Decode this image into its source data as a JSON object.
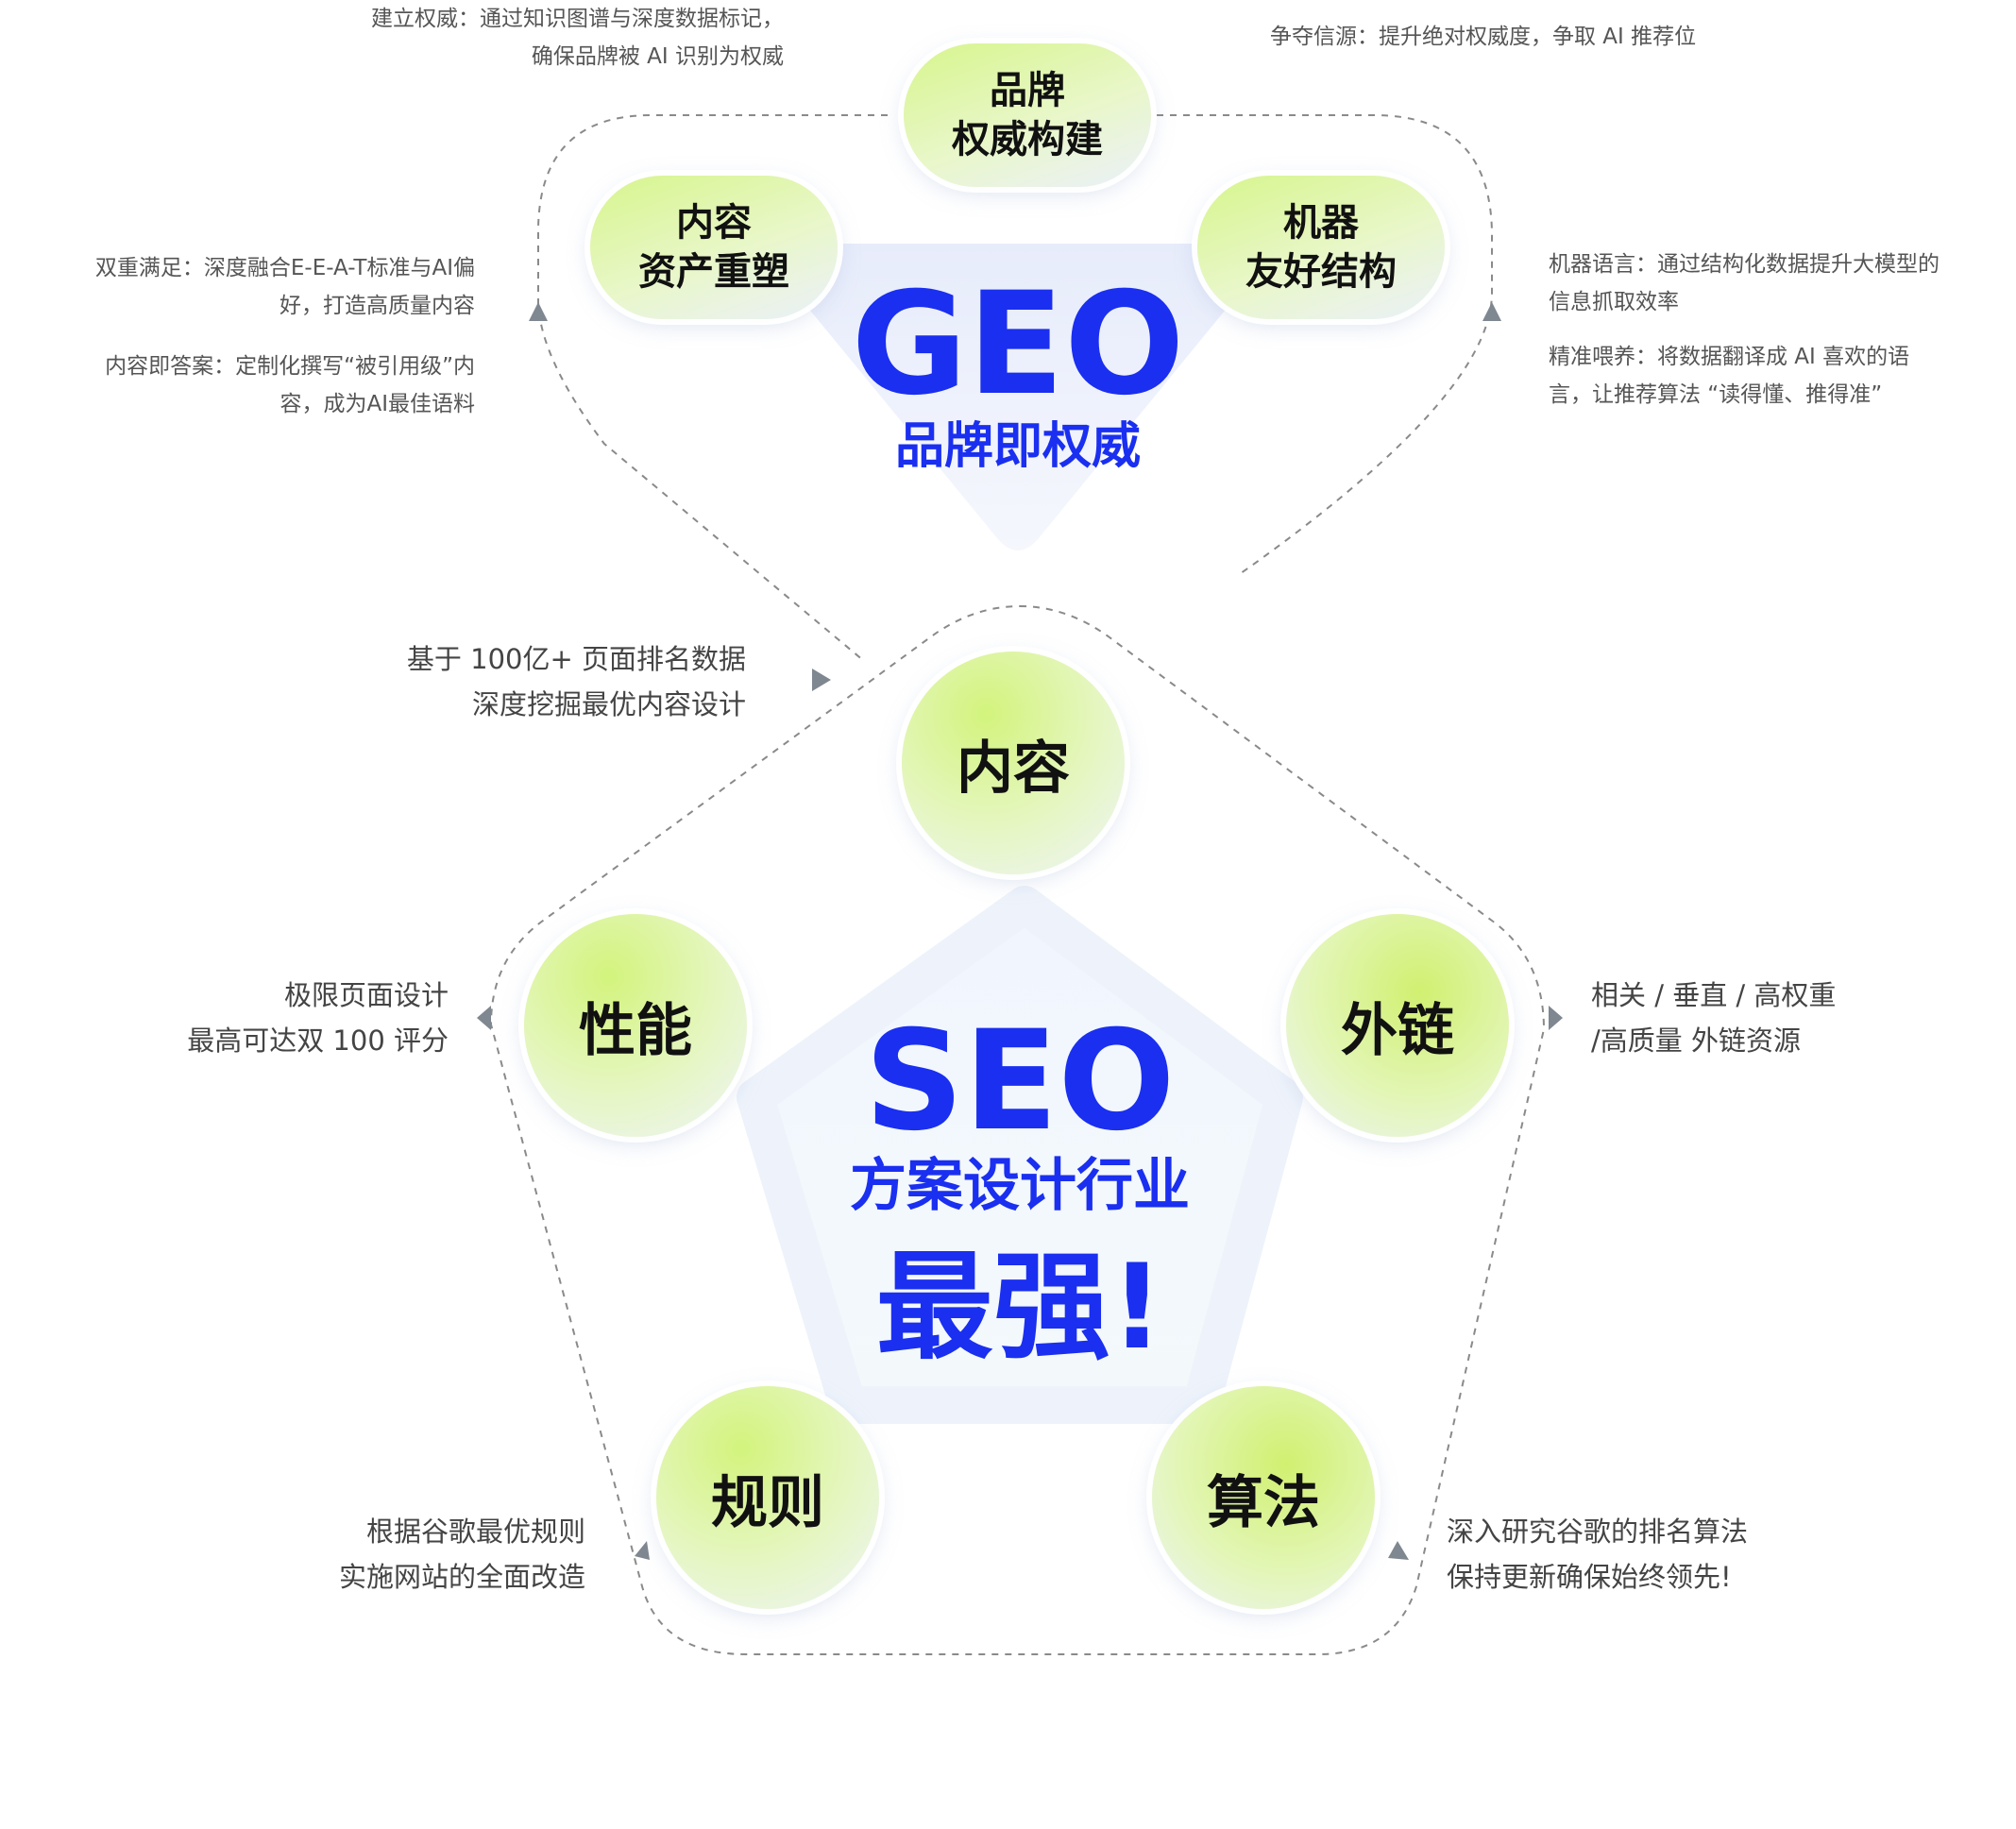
{
  "geo": {
    "title": "GEO",
    "subtitle": "品牌即权威",
    "nodes": {
      "brand": [
        "品牌",
        "权威构建"
      ],
      "content": [
        "内容",
        "资产重塑"
      ],
      "machine": [
        "机器",
        "友好结构"
      ]
    },
    "notes": {
      "brand_left": [
        "建立权威：通过知识图谱与深度数据标记，",
        "确保品牌被 AI 识别为权威"
      ],
      "brand_right": [
        "争夺信源：提升绝对权威度，争取 AI 推荐位"
      ],
      "content_1": [
        "双重满足：深度融合E-E-A-T标准与AI偏",
        "好，打造高质量内容"
      ],
      "content_2": [
        "内容即答案：定制化撰写“被引用级”内",
        "容，成为AI最佳语料"
      ],
      "machine_1": [
        "机器语言：通过结构化数据提升大模型的",
        "信息抓取效率"
      ],
      "machine_2": [
        "精准喂养：将数据翻译成 AI 喜欢的语",
        "言，让推荐算法 “读得懂、推得准”"
      ]
    }
  },
  "seo": {
    "title": "SEO",
    "subtitle": "方案设计行业",
    "slogan": "最强!",
    "nodes": {
      "content": "内容",
      "performance": "性能",
      "links": "外链",
      "rules": "规则",
      "algorithm": "算法"
    },
    "notes": {
      "content": [
        "基于 100亿+ 页面排名数据",
        "深度挖掘最优内容设计"
      ],
      "performance": [
        "极限页面设计",
        "最高可达双 100 评分"
      ],
      "links": [
        "相关 / 垂直 / 高权重",
        "/高质量 外链资源"
      ],
      "rules": [
        "根据谷歌最优规则",
        "实施网站的全面改造"
      ],
      "algorithm": [
        "深入研究谷歌的排名算法",
        "保持更新确保始终领先!"
      ]
    }
  },
  "colors": {
    "accent_blue": "#1a2ff0",
    "green": "#d6f58c",
    "dash": "#8a8a8a",
    "arrow": "#7f8790"
  }
}
